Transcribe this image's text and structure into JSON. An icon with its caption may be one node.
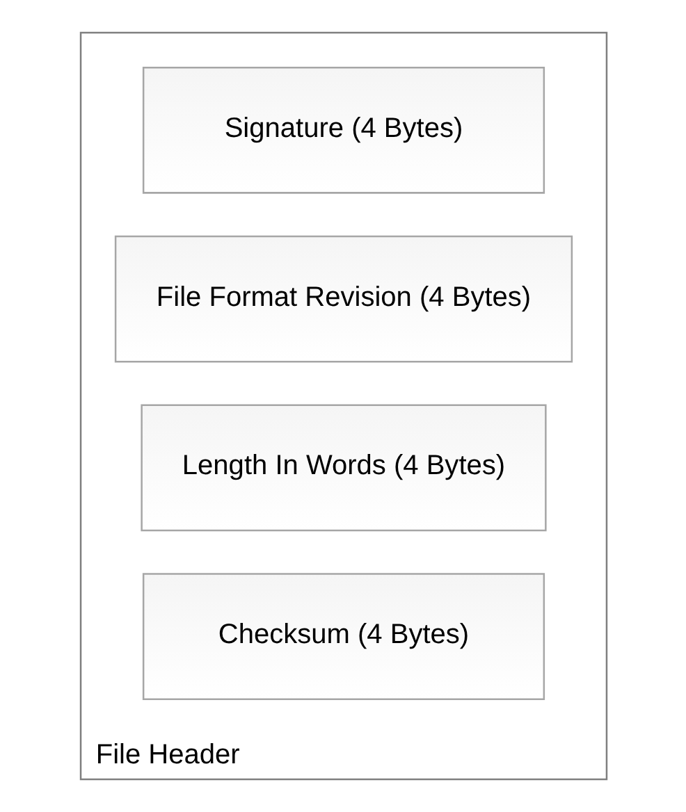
{
  "diagram": {
    "nodes": [
      {
        "text": [
          "File Header"
        ]
      },
      {
        "text": [
          "Signature (4 Bytes)"
        ],
        "in": 0
      },
      {
        "text": [
          "File Format Revision (4 Bytes)"
        ],
        "in": 0
      },
      {
        "text": [
          "Length In Words (4 Bytes)"
        ],
        "in": 0
      },
      {
        "text": [
          "Checksum (4 Bytes)"
        ],
        "in": 0
      }
    ]
  }
}
